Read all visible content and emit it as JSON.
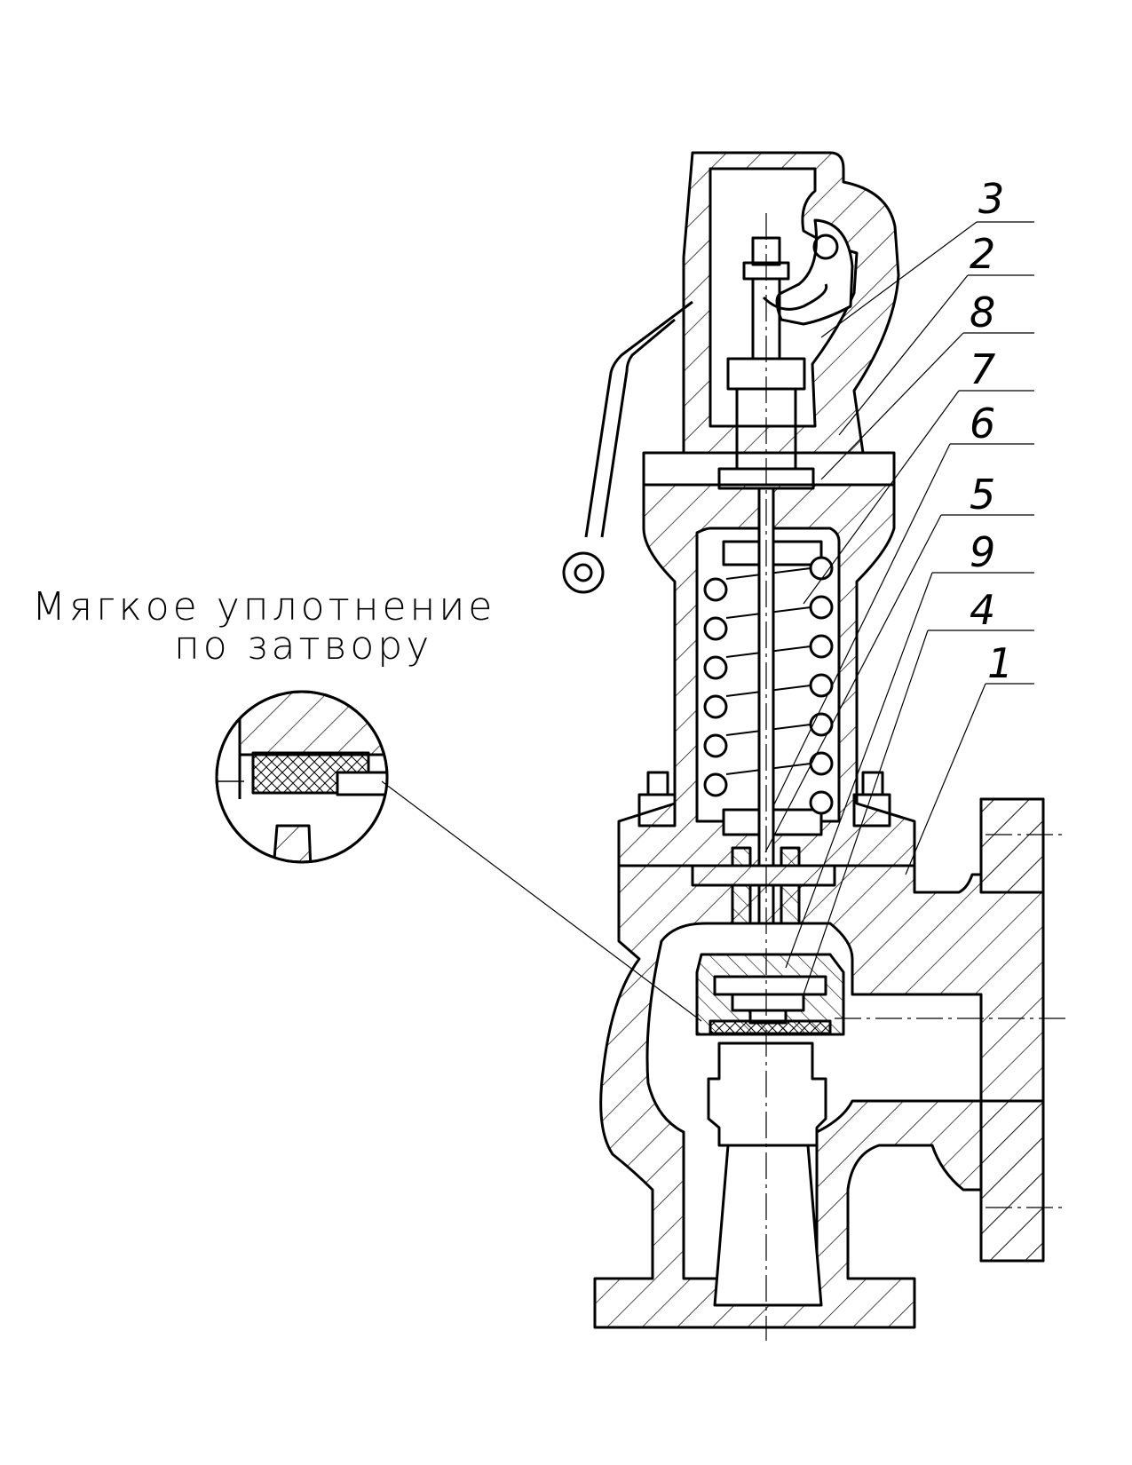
{
  "detail_caption": {
    "line1": "Мягкое уплотнение",
    "line2": "по затвору"
  },
  "leaders": [
    {
      "number": "3"
    },
    {
      "number": "2"
    },
    {
      "number": "8"
    },
    {
      "number": "7"
    },
    {
      "number": "6"
    },
    {
      "number": "5"
    },
    {
      "number": "9"
    },
    {
      "number": "4"
    },
    {
      "number": "1"
    }
  ],
  "colors": {
    "line": "#000000",
    "background": "#ffffff"
  }
}
